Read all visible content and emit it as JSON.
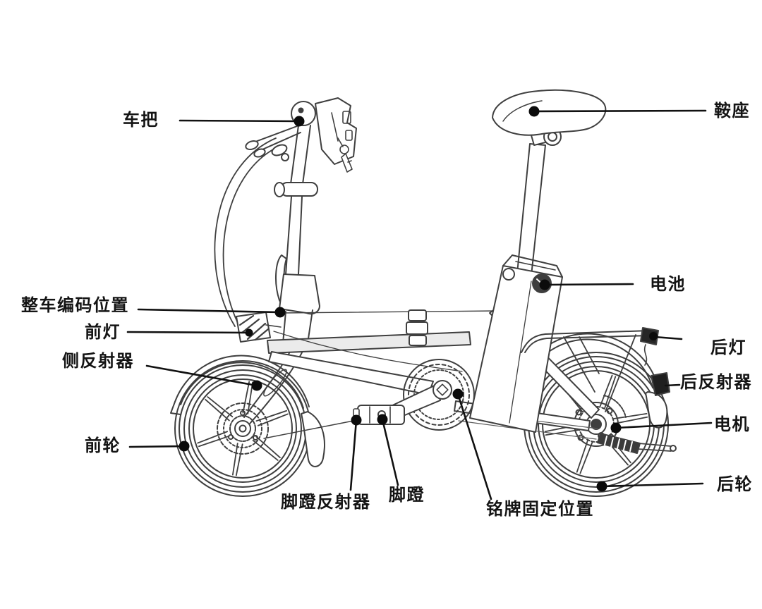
{
  "diagram": {
    "subject": "folding-electric-bicycle-parts-diagram",
    "colors": {
      "background": "#ffffff",
      "line_art": "#3f3f3f",
      "frame_shading": "#ebebeb",
      "leader_line": "#111111",
      "callout_dot": "#0b0b0b",
      "label_text": "#141414",
      "dark_parts": "#2a2a2a"
    }
  },
  "parts": {
    "handlebar": "车把",
    "saddle": "鞍座",
    "battery": "电池",
    "rear_light": "后灯",
    "rear_reflector": "后反射器",
    "motor": "电机",
    "rear_wheel": "后轮",
    "vehicle_code_location": "整车编码位置",
    "front_light": "前灯",
    "side_reflector": "侧反射器",
    "front_wheel": "前轮",
    "pedal_reflector": "脚蹬反射器",
    "pedal": "脚蹬",
    "nameplate_location": "铭牌固定位置"
  }
}
